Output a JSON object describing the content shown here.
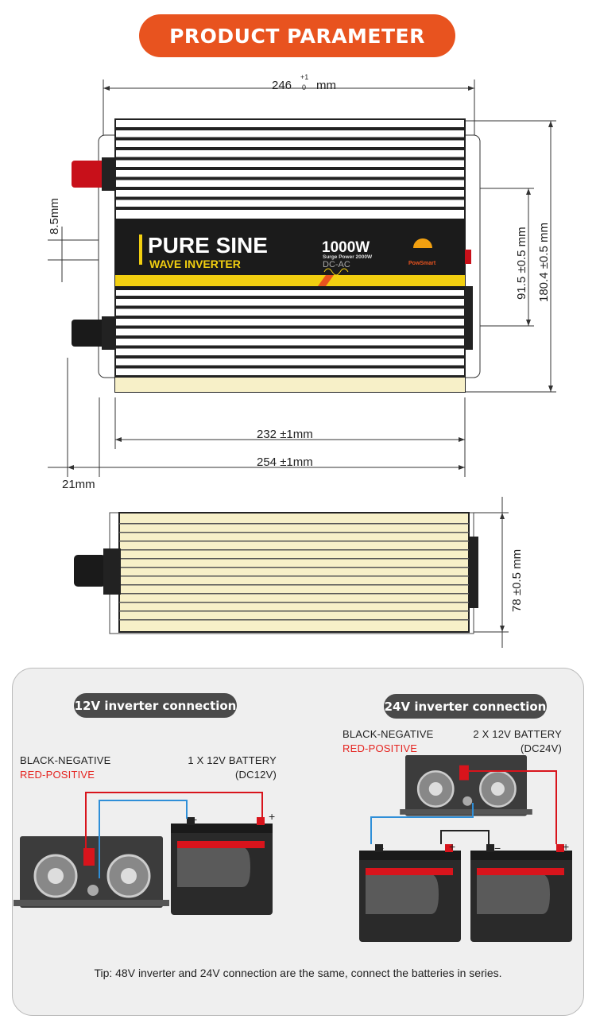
{
  "header": {
    "title": "PRODUCT PARAMETER",
    "accent": "#e8531f"
  },
  "top_view": {
    "width_label": "246",
    "width_tol_plus": "+1",
    "width_tol_minus": "0",
    "width_unit": "mm",
    "inner_length": "232 ±1mm",
    "total_length": "254 ±1mm",
    "terminal_offset": "21mm",
    "terminal_gap": "8.5mm",
    "mount_spacing": "91.5 ±0.5 mm",
    "total_width": "180.4 ±0.5 mm",
    "label": {
      "line1": "PURE SINE",
      "line2": "WAVE INVERTER",
      "power": "1000W",
      "surge": "Surge Power 2000W",
      "type": "DC-AC",
      "brand": "PowSmart"
    }
  },
  "side_view": {
    "height": "78 ±0.5 mm"
  },
  "connections": {
    "left": {
      "title": "12V inverter connection",
      "neg": "BLACK-NEGATIVE",
      "pos": "RED-POSITIVE",
      "battery": "1 X 12V BATTERY",
      "battery_dc": "(DC12V)"
    },
    "right": {
      "title": "24V inverter connection",
      "neg": "BLACK-NEGATIVE",
      "pos": "RED-POSITIVE",
      "battery": "2 X 12V BATTERY",
      "battery_dc": "(DC24V)"
    },
    "tip": "Tip: 48V inverter and 24V connection are the same, connect the batteries in series.",
    "minus": "−",
    "plus": "+"
  }
}
